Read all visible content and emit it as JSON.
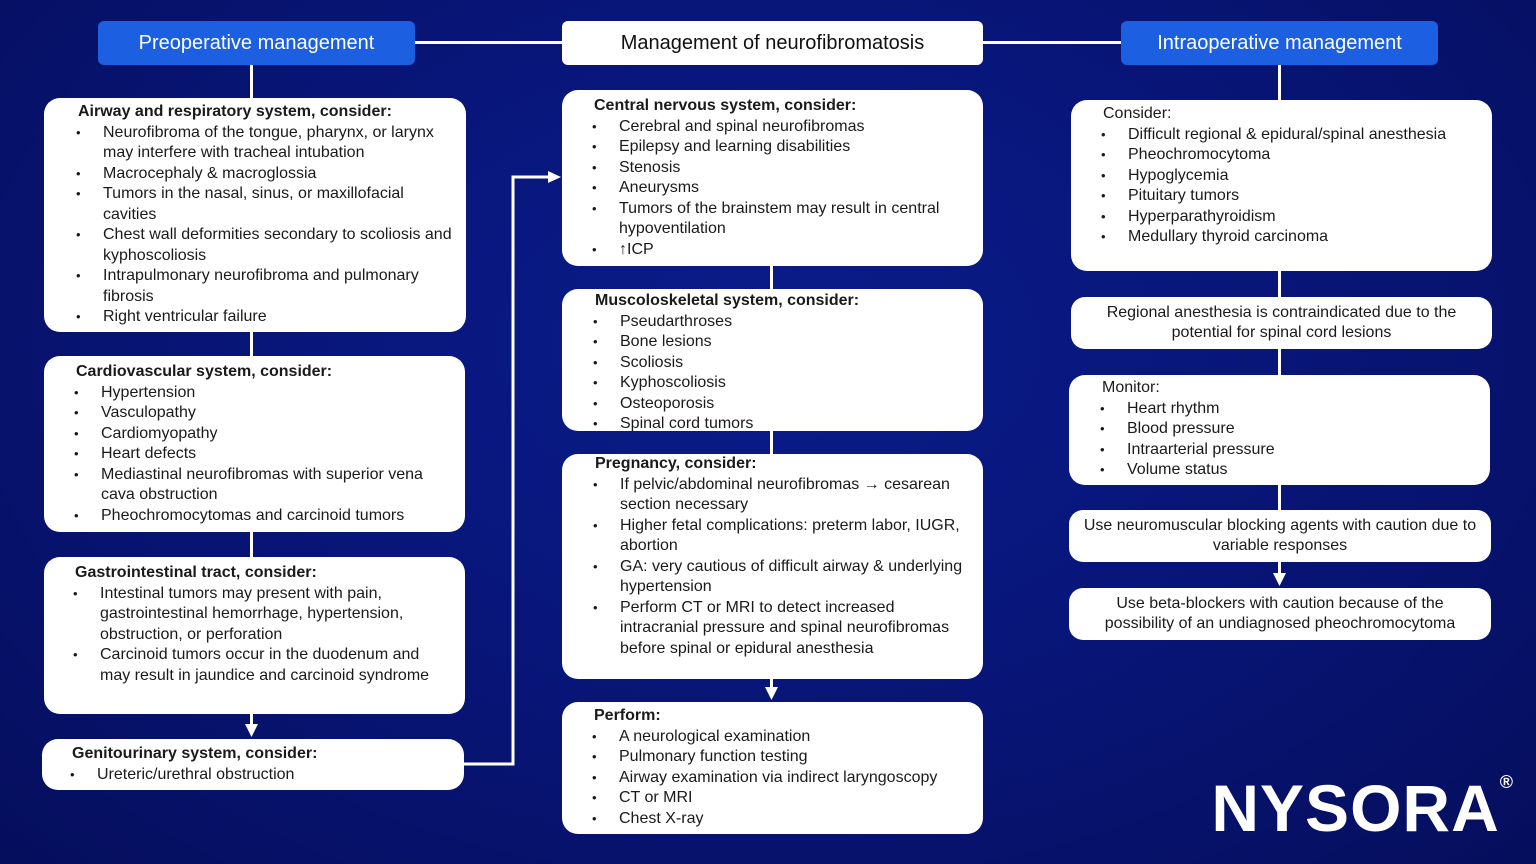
{
  "headers": {
    "pre": "Preoperative management",
    "main": "Management of neurofibromatosis",
    "intra": "Intraoperative management"
  },
  "left": [
    {
      "title": "Airway and respiratory system, consider:",
      "items": [
        "Neurofibroma of the tongue, pharynx, or larynx may interfere with tracheal intubation",
        "Macrocephaly & macroglossia",
        "Tumors in the nasal, sinus, or maxillofacial cavities",
        "Chest wall deformities secondary to scoliosis and kyphoscoliosis",
        "Intrapulmonary neurofibroma and pulmonary fibrosis",
        "Right ventricular failure"
      ]
    },
    {
      "title": "Cardiovascular system, consider:",
      "items": [
        "Hypertension",
        "Vasculopathy",
        "Cardiomyopathy",
        "Heart defects",
        "Mediastinal neurofibromas with superior vena cava obstruction",
        "Pheochromocytomas and carcinoid tumors"
      ]
    },
    {
      "title": "Gastrointestinal tract, consider:",
      "items": [
        "Intestinal tumors may present with pain, gastrointestinal hemorrhage, hypertension, obstruction, or perforation",
        "Carcinoid tumors occur in the duodenum and may result in jaundice and carcinoid syndrome"
      ]
    },
    {
      "title": "Genitourinary system, consider:",
      "items": [
        "Ureteric/urethral obstruction"
      ]
    }
  ],
  "middle": [
    {
      "title": "Central nervous system, consider:",
      "items": [
        "Cerebral and spinal neurofibromas",
        "Epilepsy and learning disabilities",
        "Stenosis",
        "Aneurysms",
        "Tumors of the brainstem may result in central hypoventilation",
        "↑ICP"
      ]
    },
    {
      "title": "Muscoloskeletal system, consider:",
      "items": [
        "Pseudarthroses",
        "Bone lesions",
        "Scoliosis",
        "Kyphoscoliosis",
        "Osteoporosis",
        "Spinal cord tumors"
      ]
    },
    {
      "title": "Pregnancy, consider:",
      "items": [
        "If pelvic/abdominal neurofibromas → cesarean section necessary",
        "Higher fetal complications: preterm labor, IUGR, abortion",
        "GA: very cautious of difficult airway & underlying hypertension",
        "Perform CT or MRI to detect increased intracranial pressure and spinal neurofibromas before spinal or epidural anesthesia"
      ]
    },
    {
      "title": "Perform:",
      "items": [
        "A neurological examination",
        "Pulmonary function testing",
        "Airway examination via indirect laryngoscopy",
        "CT or MRI",
        "Chest X-ray"
      ]
    }
  ],
  "right": {
    "consider": {
      "title": "Consider:",
      "items": [
        "Difficult regional & epidural/spinal anesthesia",
        "Pheochromocytoma",
        "Hypoglycemia",
        "Pituitary tumors",
        "Hyperparathyroidism",
        "Medullary thyroid carcinoma"
      ]
    },
    "note1": "Regional anesthesia is contraindicated due to the potential for spinal cord lesions",
    "monitor": {
      "title": "Monitor:",
      "items": [
        "Heart rhythm",
        "Blood pressure",
        "Intraarterial pressure",
        "Volume status"
      ]
    },
    "note2": "Use neuromuscular blocking agents with caution due to variable responses",
    "note3": "Use beta-blockers with caution because of the possibility of an undiagnosed pheochromocytoma"
  },
  "logo": {
    "text": "NYSORA",
    "mark": "®"
  },
  "colors": {
    "background": "#08167a",
    "header_blue": "#1c5fe0",
    "box": "#ffffff"
  }
}
